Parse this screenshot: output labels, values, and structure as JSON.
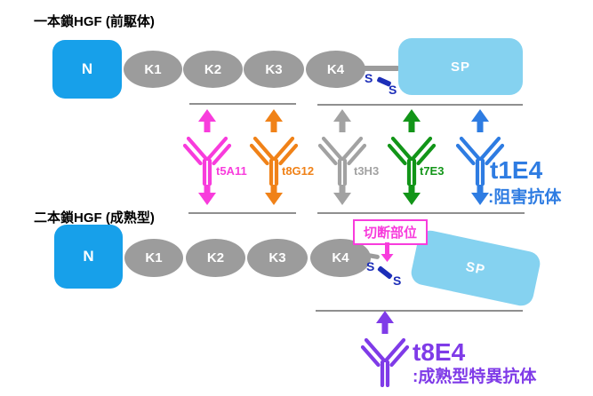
{
  "rows": [
    {
      "title": "一本鎖HGF (前駆体)",
      "domains": {
        "n": "N",
        "k1": "K1",
        "k2": "K2",
        "k3": "K3",
        "k4": "K4",
        "sp": "SP"
      },
      "disulfide": {
        "s1": "S",
        "s2": "S"
      }
    },
    {
      "title": "二本鎖HGF (成熟型)",
      "domains": {
        "n": "N",
        "k1": "K1",
        "k2": "K2",
        "k3": "K3",
        "k4": "K4",
        "sp": "SP"
      },
      "disulfide": {
        "s1": "S",
        "s2": "S"
      }
    }
  ],
  "antibodies": [
    {
      "id": "t5A11",
      "label": "t5A11",
      "color": "#F83CDC"
    },
    {
      "id": "t8G12",
      "label": "t8G12",
      "color": "#F08218"
    },
    {
      "id": "t3H3",
      "label": "t3H3",
      "color": "#A2A2A2"
    },
    {
      "id": "t7E3",
      "label": "t7E3",
      "color": "#129518"
    },
    {
      "id": "t1E4",
      "label": "t1E4",
      "color": "#2E7CE2"
    },
    {
      "id": "t8E4",
      "label": "t8E4",
      "color": "#7F3BE8"
    }
  ],
  "annotations": {
    "inhibitor_note": ":阻害抗体",
    "cleavage_site": "切断部位",
    "mature_specific_note": ":成熟型特異抗体"
  },
  "colors": {
    "n_blue": "#17A0EA",
    "domain_gray": "#9C9C9C",
    "sp_blue": "#85D2F0",
    "disulfide_navy": "#1C2EB8",
    "line_gray": "#8F8F8F",
    "magenta": "#F83CDC",
    "blue": "#2E7CE2",
    "purple": "#7F3BE8",
    "title_black": "#000000"
  }
}
